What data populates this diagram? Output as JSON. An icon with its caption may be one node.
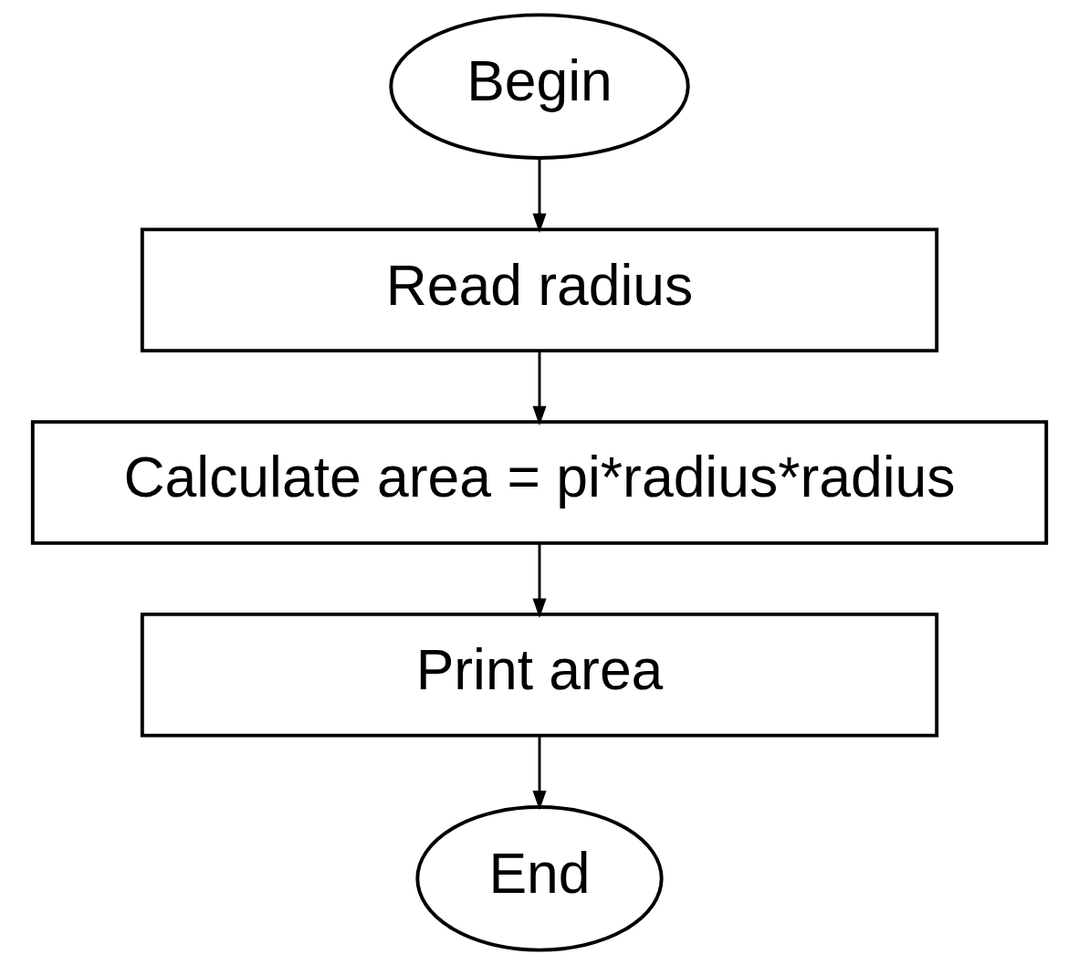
{
  "diagram": {
    "nodes": [
      {
        "text": [
          "Begin"
        ]
      },
      {
        "text": [
          "Read radius"
        ]
      },
      {
        "text": [
          "Calculate area = pi*radius*radius"
        ]
      },
      {
        "text": [
          "Print area"
        ]
      },
      {
        "text": [
          "End"
        ]
      }
    ],
    "edges": [
      {
        "from": 0,
        "to": 1,
        "arrow": "to"
      },
      {
        "from": 1,
        "to": 2,
        "arrow": "to"
      },
      {
        "from": 2,
        "to": 3,
        "arrow": "to"
      },
      {
        "from": 3,
        "to": 4,
        "arrow": "to"
      }
    ]
  }
}
